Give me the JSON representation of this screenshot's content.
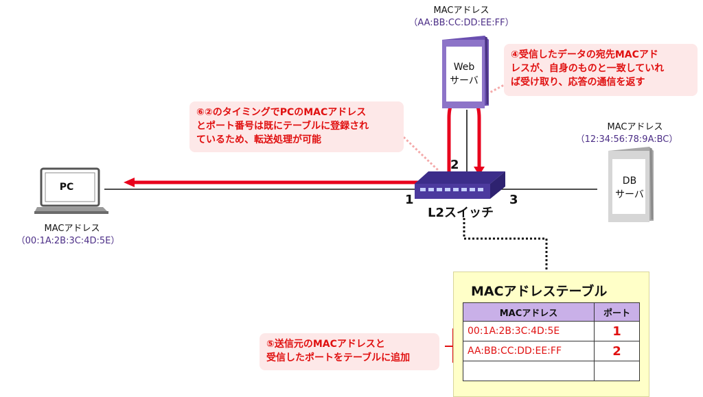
{
  "web_server": {
    "mac_label": "MACアドレス",
    "mac_address": "（AA:BB:CC:DD:EE:FF）",
    "label_line1": "Web",
    "label_line2": "サーバ"
  },
  "db_server": {
    "mac_label": "MACアドレス",
    "mac_address": "（12:34:56:78:9A:BC）",
    "label_line1": "DB",
    "label_line2": "サーバ"
  },
  "pc": {
    "screen_label": "PC",
    "mac_label": "MACアドレス",
    "mac_address": "（00:1A:2B:3C:4D:5E）"
  },
  "switch": {
    "label": "L2スイッチ",
    "port1": "1",
    "port2": "2",
    "port3": "3"
  },
  "callouts": {
    "step4": [
      "④受信したデータの宛先MACアド",
      "レスが、自身のものと一致していれ",
      "ば受け取り、応答の通信を返す"
    ],
    "step6": [
      "⑥②のタイミングでPCのMACアドレス",
      "とポート番号は既にテーブルに登録され",
      "ているため、転送処理が可能"
    ],
    "step5": [
      "⑤送信元のMACアドレスと",
      "受信したポートをテーブルに追加"
    ]
  },
  "mac_table": {
    "title": "MACアドレステーブル",
    "headers": [
      "MACアドレス",
      "ポート"
    ],
    "rows": [
      {
        "mac": "00:1A:2B:3C:4D:5E",
        "port": "1"
      },
      {
        "mac": "AA:BB:CC:DD:EE:FF",
        "port": "2"
      },
      {
        "mac": "",
        "port": ""
      }
    ]
  },
  "colors": {
    "arrow": "#e8001c",
    "callout_bg": "#fde8e8",
    "table_panel": "#ffffc8",
    "table_header": "#c9b0e8",
    "switch": "#4c3a9e"
  }
}
